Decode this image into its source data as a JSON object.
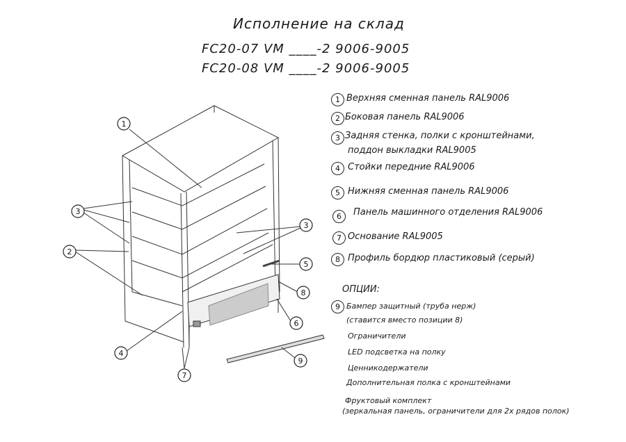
{
  "header": {
    "title": "Исполнение на склад",
    "model_1": "FC20-07 VM ____-2 9006-9005",
    "model_2": "FC20-08 VM ____-2 9006-9005"
  },
  "legend": [
    {
      "num": "1",
      "text": "Верхняя сменная панель RAL9006"
    },
    {
      "num": "2",
      "text": "Боковая панель RAL9006"
    },
    {
      "num": "3",
      "text": "Задняя стенка, полки с кронштейнами,",
      "text2": "поддон выкладки RAL9005"
    },
    {
      "num": "4",
      "text": "Стойки передние RAL9006"
    },
    {
      "num": "5",
      "text": "Нижняя сменная панель RAL9006"
    },
    {
      "num": "6",
      "text": "Панель машинного отделения RAL9006"
    },
    {
      "num": "7",
      "text": "Основание RAL9005"
    },
    {
      "num": "8",
      "text": "Профиль бордюр пластиковый (серый)"
    }
  ],
  "options": {
    "header": "ОПЦИИ:",
    "item9_num": "9",
    "item9_text": "Бампер защитный (труба нерж)",
    "item9_text2": "(ставится вместо позиции 8)",
    "items": [
      "Ограничители",
      "LED подсветка на полку",
      "Ценникодержатели",
      "Дополнительная полка с кронштейнами"
    ],
    "fruit_text": "Фруктовый комплект",
    "fruit_text2": "(зеркальная панель, ограничители для 2х рядов полок)"
  },
  "callouts": {
    "c1": "1",
    "c2": "2",
    "c3": "3",
    "c4": "4",
    "c5": "5",
    "c6": "6",
    "c7": "7",
    "c8": "8",
    "c9": "9"
  }
}
